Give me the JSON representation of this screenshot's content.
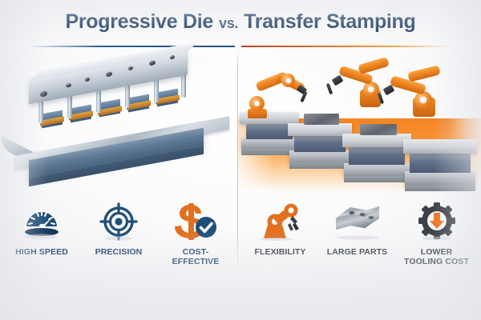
{
  "title": {
    "left_term": "Progressive Die",
    "vs": "vs.",
    "right_term": "Transfer Stamping",
    "color": "#17365d"
  },
  "colors": {
    "navy": "#17365d",
    "blue_accent": "#27537f",
    "orange_accent": "#f58220",
    "orange_dark": "#c86413",
    "steel_gray": "#8f959c",
    "charcoal": "#3b3f45",
    "background": "#f4f5f7"
  },
  "panels": {
    "left": {
      "name": "progressive-die-illustration",
      "caption": "Progressive die tool with continuous steel strip feed"
    },
    "right": {
      "name": "transfer-stamping-illustration",
      "caption": "Separate die stations with robotic transfer arms"
    }
  },
  "features": {
    "left": [
      {
        "icon": "speedometer-icon",
        "label": "HIGH SPEED"
      },
      {
        "icon": "target-icon",
        "label": "PRECISION"
      },
      {
        "icon": "dollar-check-icon",
        "label": "COST-EFFECTIVE"
      }
    ],
    "right": [
      {
        "icon": "robot-arm-icon",
        "label": "FLEXIBILITY"
      },
      {
        "icon": "metal-part-icon",
        "label": "LARGE PARTS"
      },
      {
        "icon": "gear-down-arrow-icon",
        "label": "LOWER TOOLING COST"
      }
    ]
  }
}
